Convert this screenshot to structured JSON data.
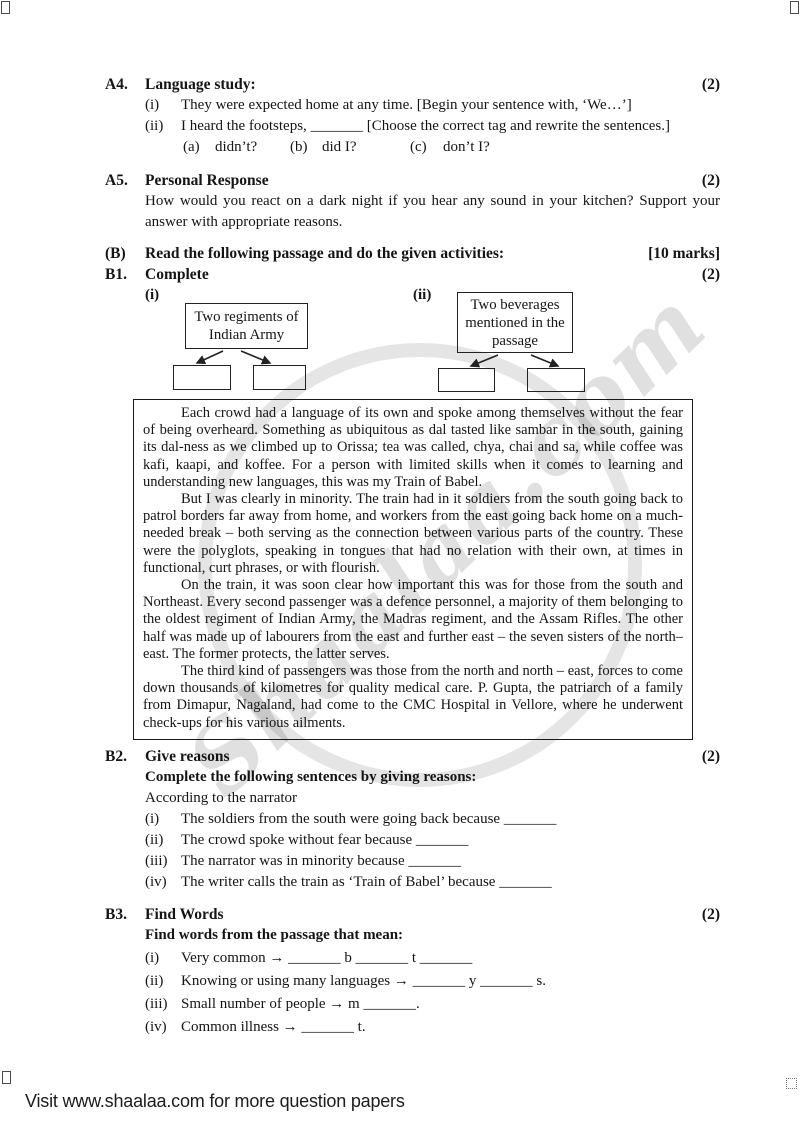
{
  "page": {
    "watermark": "Shaalaa.com",
    "footer": "Visit www.shaalaa.com for more question papers"
  },
  "a4": {
    "number": "A4.",
    "title": "Language study:",
    "marks": "(2)",
    "items": [
      {
        "label": "(i)",
        "text": "They were expected home at any time. [Begin your sentence with, ‘We…’]"
      },
      {
        "label": "(ii)",
        "text": "I heard the footsteps, _______ [Choose the correct tag and rewrite the sentences.]"
      }
    ],
    "options": [
      {
        "label": "(a)",
        "text": "didn’t?"
      },
      {
        "label": "(b)",
        "text": "did I?"
      },
      {
        "label": "(c)",
        "text": "don’t I?"
      }
    ]
  },
  "a5": {
    "number": "A5.",
    "title": "Personal Response",
    "marks": "(2)",
    "text": "How would you react on a dark night if you hear any sound in your kitchen? Support your answer with appropriate reasons."
  },
  "b": {
    "number": "(B)",
    "title": "Read the following passage and do the given activities:",
    "marks": "[10 marks]"
  },
  "b1": {
    "number": "B1.",
    "title": "Complete",
    "marks": "(2)",
    "diagram": {
      "label_i": "(i)",
      "box_i": "Two regiments of Indian Army",
      "label_ii": "(ii)",
      "box_ii": "Two beverages mentioned in the passage"
    },
    "passage": [
      "Each crowd had a language of its own and spoke among themselves without the fear of being overheard. Something as ubiquitous as dal tasted like sambar in the south, gaining its dal-ness as we climbed up to Orissa; tea was called, chya, chai and sa, while coffee was kafi, kaapi, and koffee. For a person with limited skills when it comes to learning and understanding new languages, this was my Train of Babel.",
      "But I was clearly in minority. The train had in it soldiers from the south going back to patrol borders far away from home, and workers from the east going back home on a much-needed break  – both serving as the connection between various parts of the country. These were the polyglots, speaking in tongues that had no relation with their own, at times in functional, curt phrases, or with flourish.",
      "On the train, it was soon clear how important this was for those from the south and Northeast. Every second passenger was a defence personnel, a majority of them belonging to the oldest regiment of Indian Army, the Madras regiment, and the Assam Rifles. The other half was made up of labourers from the east and further east – the seven sisters of the north–east. The former protects, the latter serves.",
      "The third kind of passengers was those from the north and north – east, forces to come down thousands of kilometres for quality medical care. P. Gupta, the patriarch of a family from Dimapur, Nagaland, had come to the CMC Hospital in Vellore, where he underwent check-ups for his various ailments."
    ]
  },
  "b2": {
    "number": "B2.",
    "title": "Give reasons",
    "marks": "(2)",
    "subtitle": "Complete the following sentences by giving reasons:",
    "intro": "According to the narrator",
    "items": [
      {
        "label": "(i)",
        "text": "The soldiers from the south were going back because _______"
      },
      {
        "label": "(ii)",
        "text": "The crowd spoke without fear because _______"
      },
      {
        "label": "(iii)",
        "text": "The narrator was in minority because _______"
      },
      {
        "label": "(iv)",
        "text": "The writer calls the train as ‘Train of Babel’ because _______"
      }
    ]
  },
  "b3": {
    "number": "B3.",
    "title": "Find Words",
    "marks": "(2)",
    "subtitle": "Find words from the passage that mean:",
    "items": [
      {
        "label": "(i)",
        "text": "Very common → _______ b _______ t _______"
      },
      {
        "label": "(ii)",
        "text": "Knowing or using many languages → _______ y _______ s."
      },
      {
        "label": "(iii)",
        "text": "Small number of people → m _______."
      },
      {
        "label": "(iv)",
        "text": "Common illness → _______ t."
      }
    ]
  }
}
